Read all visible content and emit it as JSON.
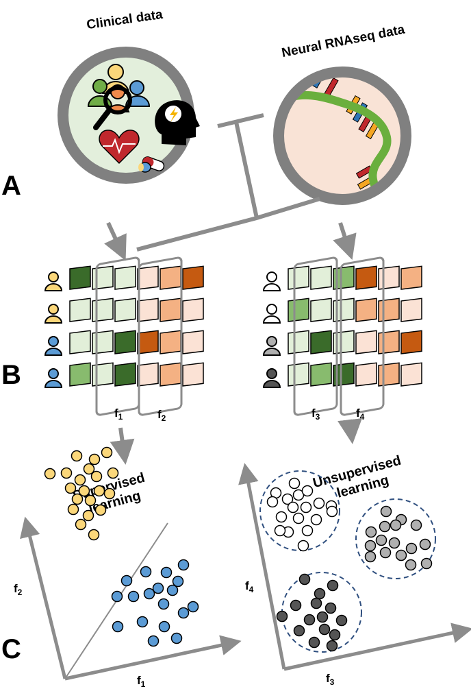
{
  "panels": {
    "a": "A",
    "b": "B",
    "c": "C"
  },
  "titles": {
    "clinical": "Clinical data",
    "rnaseq": "Neural RNAseq data"
  },
  "features": {
    "f1": {
      "base": "f",
      "sub": "1"
    },
    "f2": {
      "base": "f",
      "sub": "2"
    },
    "f3": {
      "base": "f",
      "sub": "3"
    },
    "f4": {
      "base": "f",
      "sub": "4"
    }
  },
  "supervised": {
    "line1": "Supervised",
    "line2": "learning",
    "xlabel": {
      "base": "f",
      "sub": "1"
    },
    "ylabel": {
      "base": "f",
      "sub": "2"
    }
  },
  "unsupervised": {
    "line1": "Unsupervised",
    "line2": "learning",
    "xlabel": {
      "base": "f",
      "sub": "3"
    },
    "ylabel": {
      "base": "f",
      "sub": "4"
    }
  },
  "colors": {
    "arrow": "#8c8c8c",
    "clinical_bg": "#e3efdc",
    "rnaseq_bg": "#f9e3d6",
    "ring": "#808080",
    "yellow": "#fbd77a",
    "blue": "#5b9bd5",
    "dashed": "#2f4f7f",
    "green_dark": "#3a6b2a",
    "green_mid": "#88bb6e",
    "green_light": "#e2efd9",
    "orange_dark": "#c55a11",
    "orange_mid": "#f4b183",
    "orange_light": "#fbe2d5",
    "grey_dark": "#555555",
    "grey_light": "#b0b0b0"
  },
  "heatmap_left": {
    "avatars": [
      "yellow",
      "yellow",
      "blue",
      "blue"
    ],
    "rows": [
      [
        "gD",
        "gL",
        "gL",
        "oL",
        "oM",
        "oD"
      ],
      [
        "gL",
        "gL",
        "gL",
        "oL",
        "oM",
        "oL"
      ],
      [
        "gL",
        "gL",
        "gD",
        "oD",
        "oM",
        "oL"
      ],
      [
        "gM",
        "gL",
        "gD",
        "oL",
        "oM",
        "oL"
      ]
    ]
  },
  "heatmap_right": {
    "avatars": [
      "white",
      "white",
      "grey",
      "dark"
    ],
    "rows": [
      [
        "gL",
        "gL",
        "gM",
        "oD",
        "oL",
        "oM"
      ],
      [
        "gM",
        "gL",
        "gL",
        "oM",
        "oM",
        "oL"
      ],
      [
        "gL",
        "gD",
        "gL",
        "oL",
        "oM",
        "oD"
      ],
      [
        "gL",
        "gM",
        "gD",
        "oL",
        "oM",
        "oL"
      ]
    ]
  },
  "scatter_supervised": {
    "yellow": [
      [
        112,
        665
      ],
      [
        138,
        670
      ],
      [
        156,
        660
      ],
      [
        130,
        684
      ],
      [
        73,
        691
      ],
      [
        97,
        690
      ],
      [
        117,
        700
      ],
      [
        141,
        695
      ],
      [
        165,
        690
      ],
      [
        103,
        712
      ],
      [
        123,
        716
      ],
      [
        145,
        716
      ],
      [
        160,
        720
      ],
      [
        113,
        728
      ],
      [
        132,
        730
      ],
      [
        107,
        743
      ],
      [
        129,
        752
      ],
      [
        147,
        744
      ],
      [
        118,
        765
      ],
      [
        137,
        780
      ]
    ],
    "blue": [
      [
        213,
        834
      ],
      [
        243,
        835
      ],
      [
        268,
        824
      ],
      [
        260,
        848
      ],
      [
        185,
        847
      ],
      [
        231,
        858
      ],
      [
        171,
        870
      ],
      [
        195,
        870
      ],
      [
        218,
        866
      ],
      [
        252,
        861
      ],
      [
        282,
        885
      ],
      [
        239,
        881
      ],
      [
        268,
        894
      ],
      [
        208,
        907
      ],
      [
        240,
        914
      ],
      [
        172,
        914
      ],
      [
        258,
        931
      ],
      [
        224,
        935
      ]
    ]
  },
  "scatter_unsupervised": {
    "white": [
      [
        430,
        705
      ],
      [
        403,
        719
      ],
      [
        420,
        728
      ],
      [
        436,
        722
      ],
      [
        449,
        716
      ],
      [
        398,
        732
      ],
      [
        428,
        740
      ],
      [
        447,
        740
      ],
      [
        466,
        734
      ],
      [
        484,
        738
      ],
      [
        411,
        754
      ],
      [
        436,
        756
      ],
      [
        462,
        758
      ],
      [
        485,
        746
      ],
      [
        421,
        776
      ],
      [
        449,
        774
      ],
      [
        409,
        774
      ],
      [
        443,
        796
      ]
    ],
    "grey": [
      [
        564,
        746
      ],
      [
        586,
        758
      ],
      [
        542,
        776
      ],
      [
        562,
        768
      ],
      [
        578,
        766
      ],
      [
        608,
        766
      ],
      [
        541,
        796
      ],
      [
        557,
        788
      ],
      [
        576,
        792
      ],
      [
        601,
        800
      ],
      [
        621,
        794
      ],
      [
        541,
        812
      ],
      [
        563,
        806
      ],
      [
        586,
        810
      ],
      [
        600,
        824
      ],
      [
        623,
        822
      ]
    ],
    "dark": [
      [
        445,
        845
      ],
      [
        467,
        866
      ],
      [
        486,
        854
      ],
      [
        462,
        880
      ],
      [
        432,
        883
      ],
      [
        483,
        887
      ],
      [
        452,
        904
      ],
      [
        471,
        900
      ],
      [
        499,
        905
      ],
      [
        412,
        899
      ],
      [
        474,
        918
      ],
      [
        489,
        926
      ],
      [
        437,
        920
      ],
      [
        459,
        937
      ],
      [
        485,
        942
      ]
    ]
  }
}
